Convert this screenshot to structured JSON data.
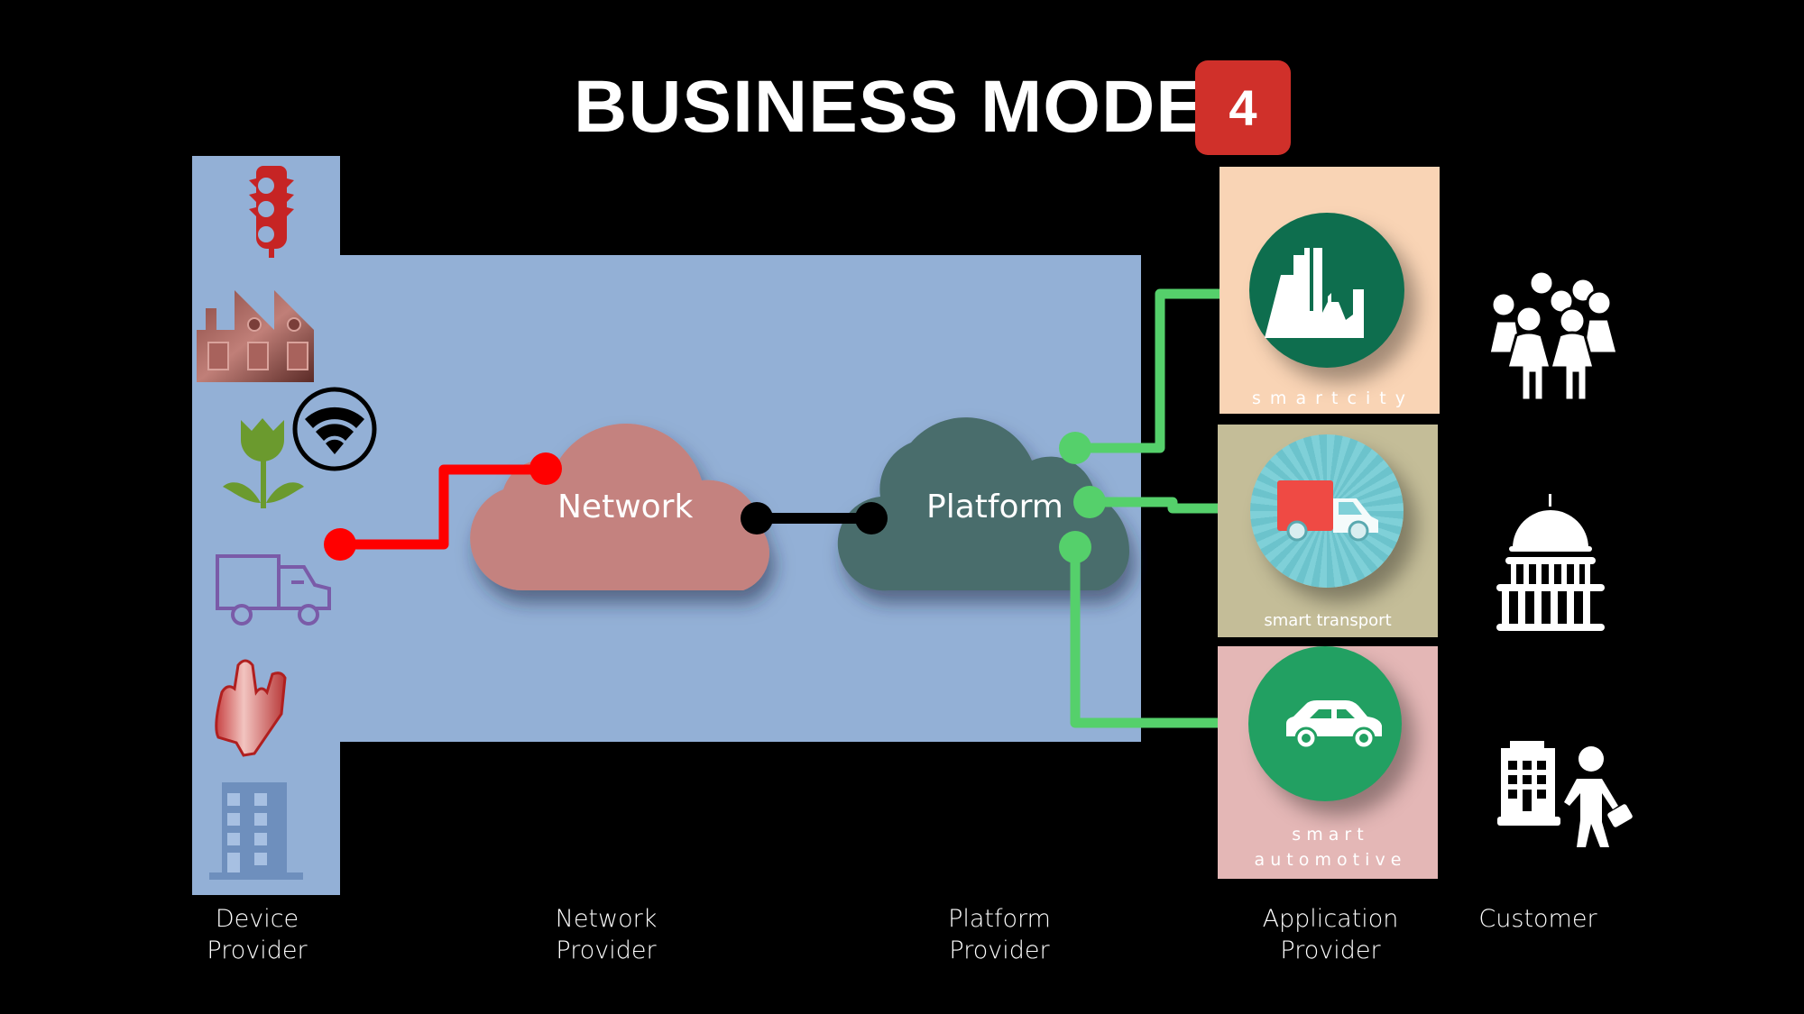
{
  "header": {
    "title": "BUSINESS MODEL",
    "badge_number": "4",
    "badge_color": "#d0302a"
  },
  "device_provider": {
    "icons": [
      "traffic-light-icon",
      "factory-icon",
      "plant-icon",
      "wifi-icon",
      "truck-icon",
      "robot-arm-icon",
      "office-building-icon"
    ]
  },
  "clouds": {
    "network": {
      "label": "Network",
      "color": "#c4827f"
    },
    "platform": {
      "label": "Platform",
      "color": "#4a6d6c"
    }
  },
  "connectors": {
    "device_to_network": "#ff0000",
    "network_to_platform": "#000000",
    "platform_to_apps": "#55d06b"
  },
  "applications": [
    {
      "label": "s m a r t   c i t y",
      "icon": "city-skyline-icon",
      "bg": "#f9d4b5",
      "circle": "#0e6e4e"
    },
    {
      "label": "smart transport",
      "icon": "delivery-truck-icon",
      "bg": "#c4bd98",
      "circle": "#7fd0d8"
    },
    {
      "label_line1": "s   m   a   r   t",
      "label_line2": "a u t o m o t i v e",
      "icon": "car-icon",
      "bg": "#e4b7b6",
      "circle": "#22a062"
    }
  ],
  "customers": {
    "icons": [
      "crowd-icon",
      "government-building-icon",
      "business-person-icon"
    ]
  },
  "columns": [
    {
      "line1": "Device",
      "line2": "Provider"
    },
    {
      "line1": "Network",
      "line2": "Provider"
    },
    {
      "line1": "Platform",
      "line2": "Provider"
    },
    {
      "line1": "Application",
      "line2": "Provider"
    },
    {
      "line1": "Customer",
      "line2": ""
    }
  ]
}
